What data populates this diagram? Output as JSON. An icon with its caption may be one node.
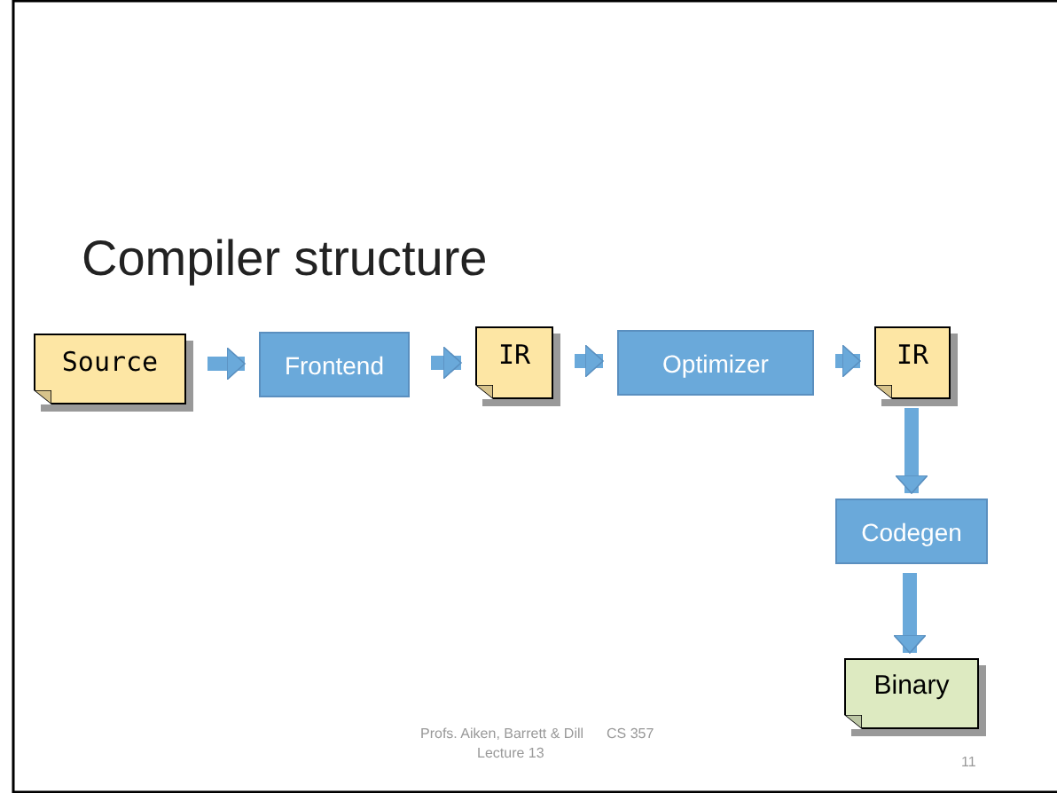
{
  "diagram": {
    "title": "Compiler structure",
    "nodes": [
      {
        "text": [
          "Source"
        ]
      },
      {
        "text": [
          "Frontend"
        ]
      },
      {
        "text": [
          "IR"
        ]
      },
      {
        "text": [
          "Optimizer"
        ]
      },
      {
        "text": [
          "IR"
        ]
      },
      {
        "text": [
          "Codegen"
        ]
      },
      {
        "text": [
          "Binary"
        ]
      }
    ],
    "edges": [
      {
        "from": 0,
        "to": 1,
        "arrow": "to"
      },
      {
        "from": 1,
        "to": 2,
        "arrow": "to"
      },
      {
        "from": 2,
        "to": 3,
        "arrow": "to"
      },
      {
        "from": 3,
        "to": 4,
        "arrow": "to"
      },
      {
        "from": 4,
        "to": 5,
        "arrow": "to"
      },
      {
        "from": 5,
        "to": 6,
        "arrow": "to"
      }
    ],
    "labels": [
      "Profs. Aiken, Barrett & Dill",
      "CS 357",
      "Lecture 13",
      "11"
    ]
  }
}
